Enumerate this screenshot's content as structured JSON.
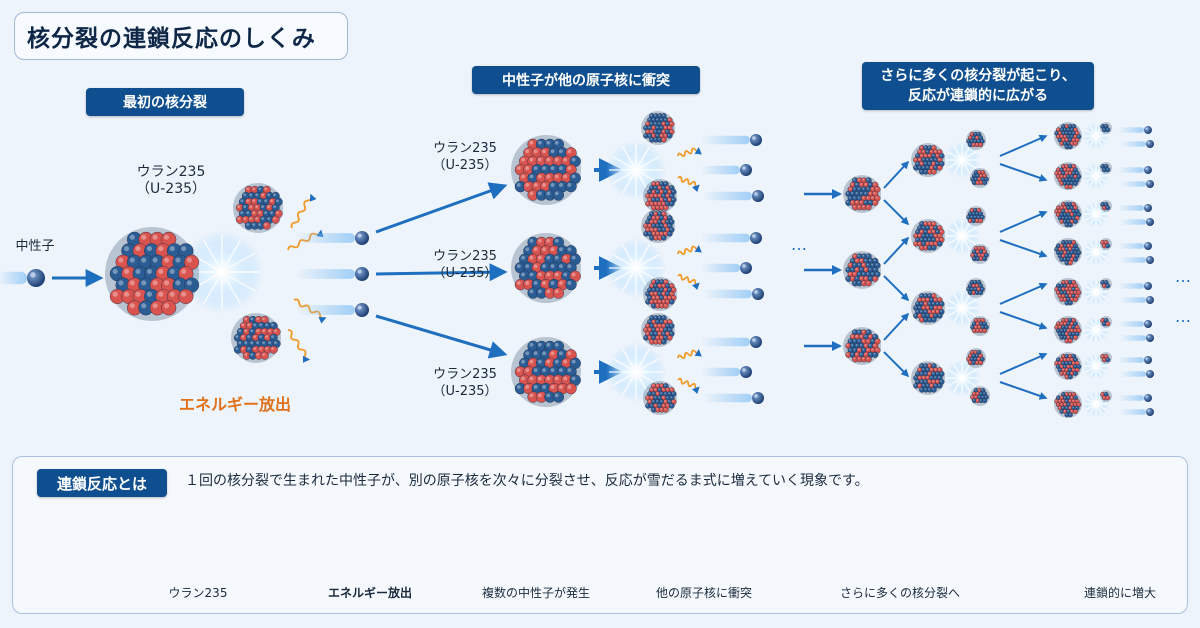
{
  "title": "核分裂の連鎖反応のしくみ",
  "stage_labels": {
    "first": "最初の核分裂",
    "collide": "中性子が他の原子核に衝突",
    "more_line1": "さらに多くの核分裂が起こり、",
    "more_line2": "反応が連鎖的に広がる"
  },
  "neutron_label": "中性子",
  "uranium_big_line1": "ウラン235",
  "uranium_big_line2": "（U-235）",
  "uranium_small_line1": "ウラン235",
  "uranium_small_line2": "（U-235）",
  "energy_label": "エネルギー放出",
  "ellipsis": "…",
  "summary": {
    "badge": "連鎖反応とは",
    "text": "１回の核分裂で生まれた中性子が、別の原子核を次々に分裂させ、反応が雪だるま式に増えていく現象です。",
    "steps": [
      "ウラン235",
      "エネルギー放出",
      "複数の中性子が発生",
      "他の原子核に衝突",
      "さらに多くの核分裂へ",
      "連鎖的に増大"
    ]
  },
  "colors": {
    "navy": "#0f4f8f",
    "proton": "#d9534f",
    "neutron": "#2c5c94",
    "energy": "#f09a2a",
    "arrow": "#1f6fc0"
  }
}
